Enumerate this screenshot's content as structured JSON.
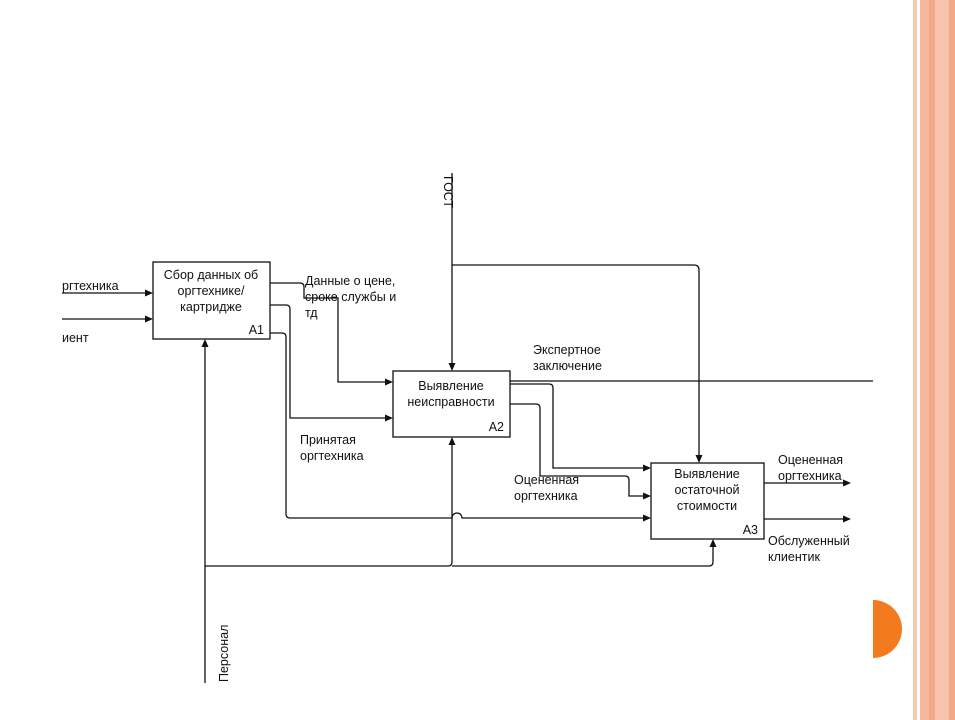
{
  "diagram": {
    "colors": {
      "line": "#111111",
      "accent": "#f47a20",
      "stripe": "#f2a98a"
    },
    "boxes": {
      "a1": {
        "lines": [
          "Сбор данных об",
          "оргтехнике/",
          "картридже"
        ],
        "id": "A1"
      },
      "a2": {
        "lines": [
          "Выявление",
          "неисправности"
        ],
        "id": "A2"
      },
      "a3": {
        "lines": [
          "Выявление",
          "остаточной",
          "стоимости"
        ],
        "id": "A3"
      }
    },
    "labels": {
      "input_top": "ргтехника",
      "input_bottom": "иент",
      "control": "ГОСТ",
      "mechanism": "Персонал",
      "price_data": [
        "Данные о цене,",
        "сроке службы и",
        "тд"
      ],
      "expert_conclusion": [
        "Экспертное",
        "заключение"
      ],
      "accepted": [
        "Принятая",
        "оргтехника"
      ],
      "evaluated_mid": [
        "Оцененная",
        "оргтехника"
      ],
      "evaluated_out": [
        "Оцененная",
        "оргтехника"
      ],
      "served_client": [
        "Обслуженный",
        "клиентик"
      ]
    }
  }
}
